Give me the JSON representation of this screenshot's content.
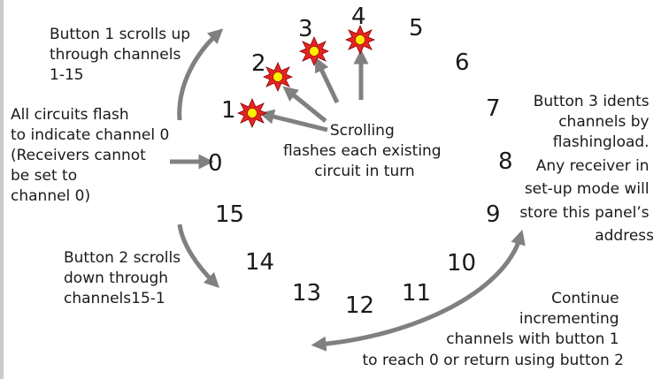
{
  "diagram": {
    "channels": [
      "0",
      "1",
      "2",
      "3",
      "4",
      "5",
      "6",
      "7",
      "8",
      "9",
      "10",
      "11",
      "12",
      "13",
      "14",
      "15"
    ],
    "notes": {
      "button1": [
        "Button 1 scrolls  up",
        "through channels",
        "1-15"
      ],
      "channel0": [
        "All circuits flash",
        "to indicate channel 0",
        "(Receivers cannot",
        "be set to",
        "channel 0)"
      ],
      "button2": [
        "Button 2 scrolls",
        "down through",
        "channels15-1"
      ],
      "scrolling": [
        "Scrolling",
        "flashes each existing",
        "circuit in turn"
      ],
      "button3": [
        "Button 3 idents",
        "channels by",
        "flashingload.",
        "Any receiver in",
        "set-up mode will",
        "store this panel’s",
        "address"
      ],
      "continue": [
        "Continue",
        "incrementing",
        "channels with button 1",
        "to reach 0 or return using button 2"
      ]
    },
    "colors": {
      "arrow": "#808080",
      "flash_star": "#e52421",
      "flash_core": "#ffee00",
      "text": "#1a1a1a",
      "left_border": "#c9c9c9"
    },
    "icons": [
      "flash-star-icon"
    ]
  }
}
